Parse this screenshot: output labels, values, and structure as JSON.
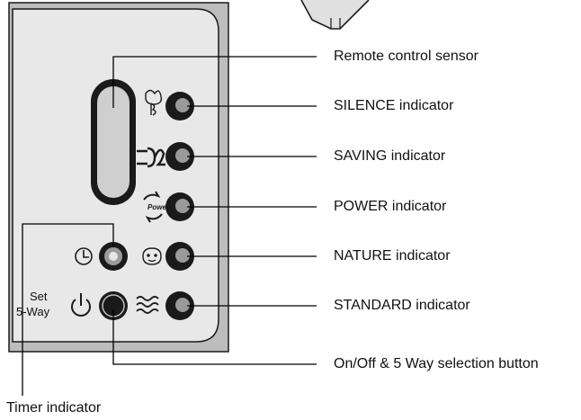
{
  "labels": {
    "remote_sensor": "Remote control sensor",
    "silence": "SILENCE indicator",
    "saving": "SAVING indicator",
    "power": "POWER indicator",
    "nature": "NATURE indicator",
    "standard": "STANDARD indicator",
    "onoff": "On/Off & 5 Way selection button",
    "timer": "Timer indicator"
  },
  "panel": {
    "set_text": "Set",
    "way_text": "5-Way",
    "power_icon_text": "Power"
  },
  "colors": {
    "panel_fill": "#e8e8e8",
    "panel_outer": "#bdbdbd",
    "sensor_fill": "#cfcfcf",
    "led_dark": "#1a1a1a",
    "leader_line": "#000000"
  },
  "icons": [
    "silence-icon",
    "saving-icon",
    "power-icon",
    "nature-icon",
    "timer-icon",
    "onoff-icon",
    "standard-icon"
  ]
}
